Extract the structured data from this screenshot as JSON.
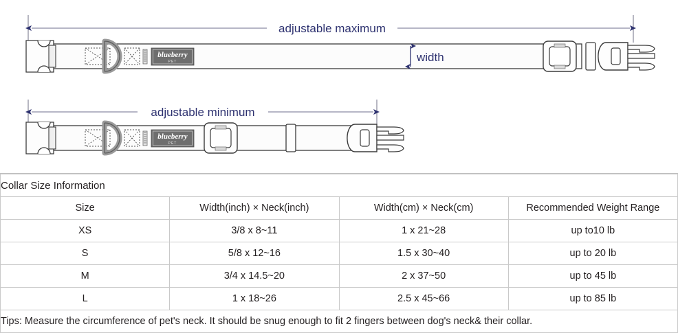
{
  "diagram": {
    "label_max": "adjustable maximum",
    "label_min": "adjustable minimum",
    "label_width": "width",
    "brand_name": "blueberry",
    "brand_sub": "PET",
    "annotation_color": "#2e3270",
    "dimension_line_color": "#8a8aa3",
    "strap_outline_color": "#3b3b3b",
    "hardware_fill": "#f2f2f2",
    "label_fill": "#6e6e6e"
  },
  "table": {
    "title": "Collar Size Information",
    "headers": {
      "size": "Size",
      "inch": "Width(inch)  ×  Neck(inch)",
      "cm": "Width(cm)  ×  Neck(cm)",
      "weight": "Recommended Weight Range"
    },
    "rows": [
      {
        "size": "XS",
        "inch": "3/8 x 8~11",
        "cm": "1 x 21~28",
        "weight": "up to10 lb"
      },
      {
        "size": "S",
        "inch": "5/8 x 12~16",
        "cm": "1.5 x 30~40",
        "weight": "up to 20 lb"
      },
      {
        "size": "M",
        "inch": "3/4 x 14.5~20",
        "cm": "2 x 37~50",
        "weight": "up to 45 lb"
      },
      {
        "size": "L",
        "inch": "1 x 18~26",
        "cm": "2.5 x 45~66",
        "weight": "up to 85 lb"
      }
    ],
    "tips": "Tips: Measure the circumference of pet's neck. It should be snug enough to fit 2 fingers between dog's neck& their collar."
  }
}
